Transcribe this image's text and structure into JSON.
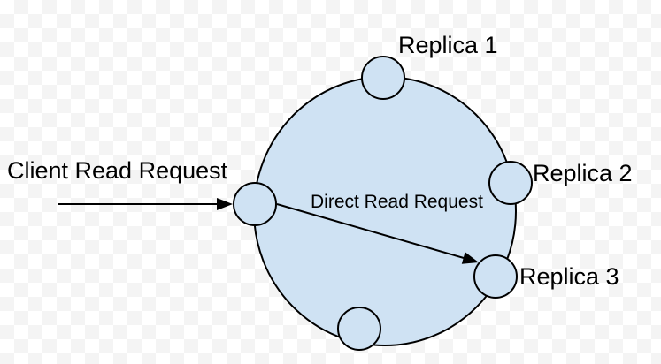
{
  "diagram": {
    "ring": {
      "node_count": 5
    },
    "nodes": [
      {
        "id": "replica-1",
        "label": "Replica 1"
      },
      {
        "id": "replica-2",
        "label": "Replica 2"
      },
      {
        "id": "replica-3",
        "label": "Replica 3"
      },
      {
        "id": "client-entry-node",
        "label": ""
      },
      {
        "id": "bottom-node",
        "label": ""
      }
    ],
    "arrows": [
      {
        "id": "client-read-request",
        "label": "Client Read Request",
        "from": "client",
        "to": "client-entry-node"
      },
      {
        "id": "direct-read-request",
        "label": "Direct Read Request",
        "from": "client-entry-node",
        "to": "replica-3"
      }
    ],
    "colors": {
      "shape_fill": "#cfe2f3",
      "shape_stroke": "#000000",
      "text_color": "#000000",
      "checker_light": "#ffffff",
      "checker_dark": "#f4f4f4"
    }
  }
}
